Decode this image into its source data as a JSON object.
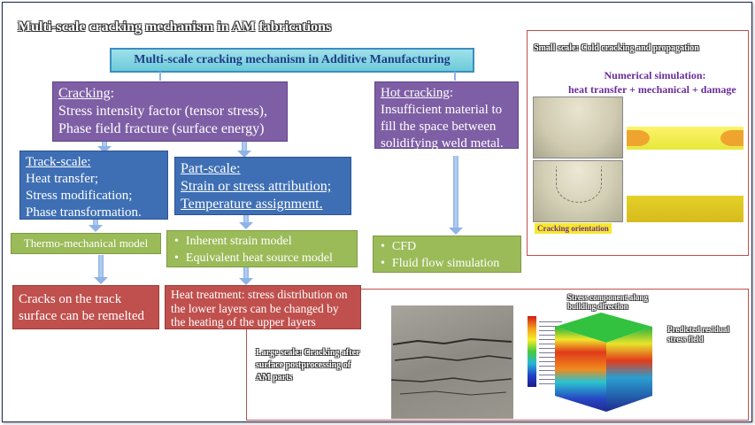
{
  "slide_title": "Multi-scale cracking mechanism in AM fabrications",
  "header_box": "Multi-scale cracking mechanism in Additive Manufacturing",
  "cracking": {
    "title": "Cracking",
    "line1": "Stress intensity factor (tensor stress),",
    "line2": "Phase field fracture (surface energy)"
  },
  "track_scale": {
    "title": "Track-scale:",
    "line1": "Heat transfer;",
    "line2": "Stress modification;",
    "line3": "Phase transformation."
  },
  "part_scale": {
    "title": "Part-scale:",
    "line1": "Strain or stress attribution;",
    "line2": "Temperature assignment."
  },
  "hot_cracking": {
    "title": "Hot cracking",
    "line1": "Insufficient material to",
    "line2": "fill the space between",
    "line3": "solidifying weld metal."
  },
  "thermo_model": "Thermo-mechanical model",
  "part_bullets": [
    "Inherent strain model",
    "Equivalent heat source model"
  ],
  "cfd_bullets": [
    "CFD",
    "Fluid flow simulation"
  ],
  "cracks_box": {
    "line1": "Cracks on the track",
    "line2": "surface can be remelted"
  },
  "heat_treat_box": {
    "line1": "Heat treatment: stress distribution on",
    "line2": "the lower layers can be changed by",
    "line3": "the heating of the upper layers"
  },
  "small_scale": {
    "label": "Small scale: Cold cracking and propagation",
    "numsim_line1": "Numerical simulation:",
    "numsim_line2": "heat transfer + mechanical + damage",
    "cracking_orientation": "Cracking orientation"
  },
  "large_scale": {
    "label_line1": "Large scale: Cracking after",
    "label_line2": "surface postprocessing of",
    "label_line3": "AM parts",
    "stress_label_line1": "Stress component along",
    "stress_label_line2": "building direction",
    "residual_label_line1": "Predicted residual",
    "residual_label_line2": "stress field"
  },
  "colors": {
    "purple": "#7e5fa5",
    "blue": "#3e6fb5",
    "green": "#9bbb59",
    "red": "#c0504d",
    "header_teal": "#7fd3e0"
  }
}
